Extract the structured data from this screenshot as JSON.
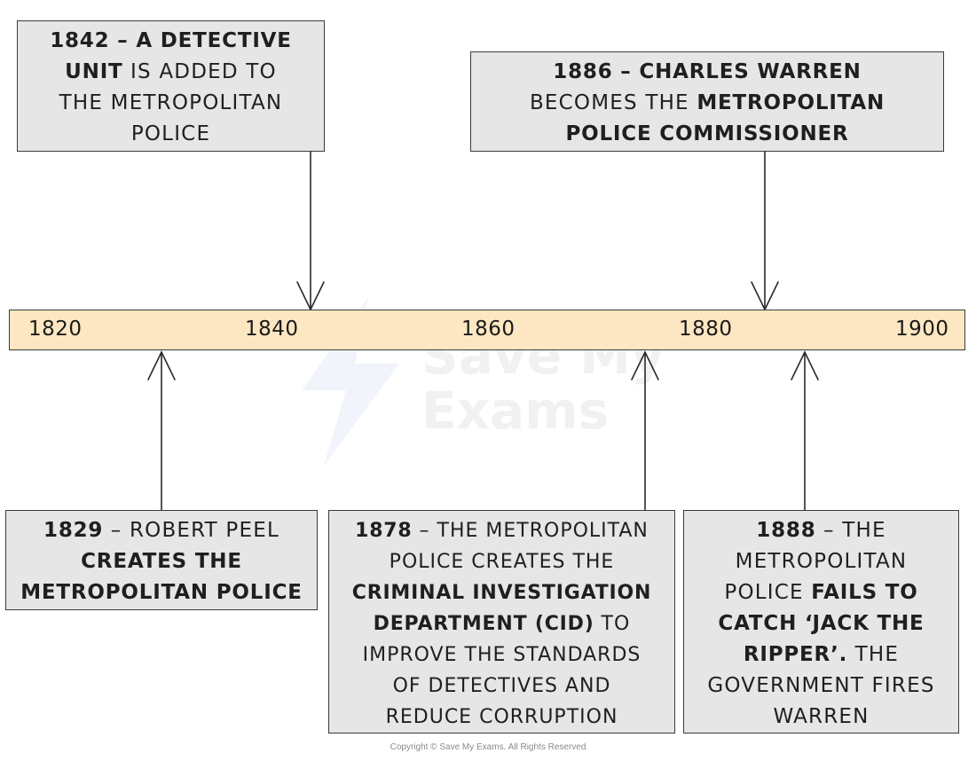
{
  "axis": {
    "years": [
      "1820",
      "1840",
      "1860",
      "1880",
      "1900"
    ]
  },
  "events": {
    "e1842": {
      "year": "1842",
      "line1_rest": " – A DETECTIVE",
      "line2_bold": "UNIT",
      "line2_rest": " IS ADDED TO",
      "line3": "THE METROPOLITAN",
      "line4": "POLICE"
    },
    "e1886": {
      "title": "1886 – CHARLES WARREN",
      "line2_plain": "BECOMES THE ",
      "line2_bold": "METROPOLITAN",
      "line3_bold": "POLICE COMMISSIONER"
    },
    "e1829": {
      "year": "1829",
      "line1_rest": " – ROBERT PEEL",
      "line2_bold": "CREATES THE",
      "line3_bold": "METROPOLITAN POLICE"
    },
    "e1878": {
      "year": "1878",
      "line1_rest": " – THE METROPOLITAN",
      "line2": "POLICE CREATES THE",
      "line3_bold": "CRIMINAL INVESTIGATION",
      "line4_bold": "DEPARTMENT (CID)",
      "line4_rest": " TO",
      "line5": "IMPROVE THE STANDARDS",
      "line6": "OF DETECTIVES AND",
      "line7": "REDUCE CORRUPTION"
    },
    "e1888": {
      "year": "1888",
      "line1_rest": " – THE",
      "line2": "METROPOLITAN",
      "line3_plain": "POLICE ",
      "line3_bold": "FAILS TO",
      "line4_bold": "CATCH ‘JACK THE",
      "line5_bold": "RIPPER’.",
      "line5_rest": " THE",
      "line6": "GOVERNMENT FIRES",
      "line7": "WARREN"
    }
  },
  "watermark": {
    "line1": "Save My",
    "line2": "Exams"
  },
  "copyright": "Copyright © Save My Exams. All Rights Reserved"
}
